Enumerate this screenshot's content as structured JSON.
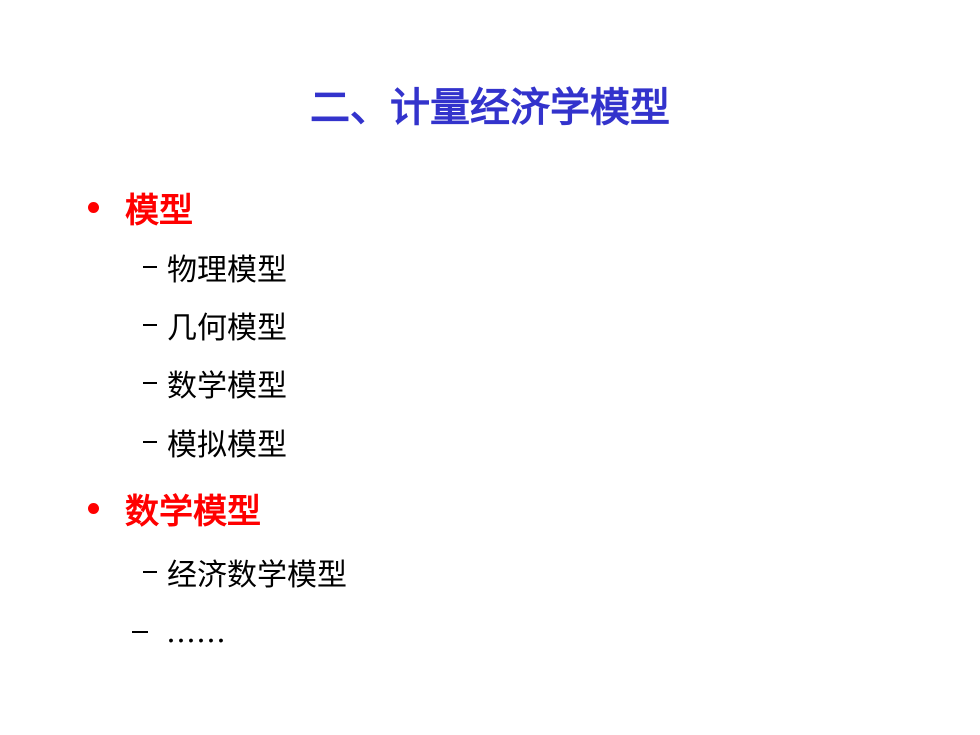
{
  "slide": {
    "title": "二、计量经济学模型",
    "items": [
      {
        "label": "模型",
        "subitems": [
          "物理模型",
          "几何模型",
          "数学模型",
          "模拟模型"
        ]
      },
      {
        "label": "数学模型",
        "subitems": [
          "经济数学模型",
          "……"
        ]
      }
    ]
  },
  "colors": {
    "title": "#3333cc",
    "bullet_level1": "#ff0000",
    "text": "#000000",
    "background": "#ffffff"
  }
}
